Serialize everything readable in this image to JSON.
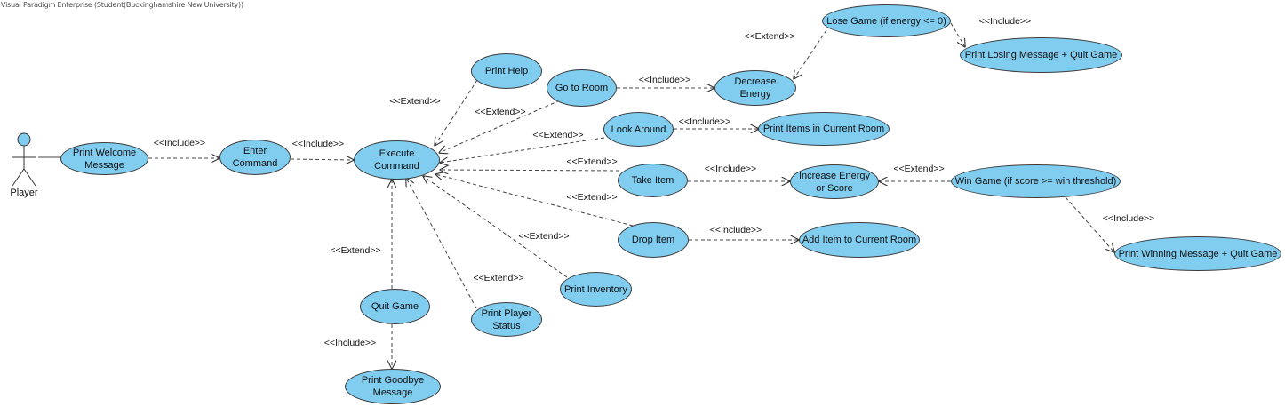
{
  "watermark": "Visual Paradigm Enterprise (Student(Buckinghamshire New University))",
  "actor": {
    "label": "Player",
    "icon": "stick-figure-actor-icon"
  },
  "use_cases": [
    {
      "id": "print-welcome",
      "label": "Print Welcome Message"
    },
    {
      "id": "enter-command",
      "label": "Enter Command"
    },
    {
      "id": "execute-command",
      "label": "Execute Command"
    },
    {
      "id": "print-help",
      "label": "Print Help"
    },
    {
      "id": "go-to-room",
      "label": "Go to Room"
    },
    {
      "id": "decrease-energy",
      "label": "Decrease Energy"
    },
    {
      "id": "lose-game",
      "label": "Lose Game (if energy <= 0)"
    },
    {
      "id": "print-losing",
      "label": "Print Losing Message + Quit Game"
    },
    {
      "id": "look-around",
      "label": "Look Around"
    },
    {
      "id": "print-items",
      "label": "Print Items in Current Room"
    },
    {
      "id": "take-item",
      "label": "Take Item"
    },
    {
      "id": "increase-energy",
      "label": "Increase Energy or Score"
    },
    {
      "id": "win-game",
      "label": "Win Game (if score >= win threshold)"
    },
    {
      "id": "print-winning",
      "label": "Print Winning Message + Quit Game"
    },
    {
      "id": "drop-item",
      "label": "Drop Item"
    },
    {
      "id": "add-item",
      "label": "Add Item to Current Room"
    },
    {
      "id": "print-inventory",
      "label": "Print Inventory"
    },
    {
      "id": "print-player-status",
      "label": "Print Player Status"
    },
    {
      "id": "quit-game",
      "label": "Quit Game"
    },
    {
      "id": "print-goodbye",
      "label": "Print Goodbye Message"
    }
  ],
  "relationships": [
    {
      "from": "actor",
      "to": "print-welcome",
      "type": "association",
      "label": ""
    },
    {
      "from": "print-welcome",
      "to": "enter-command",
      "type": "include",
      "label": "<<Include>>"
    },
    {
      "from": "enter-command",
      "to": "execute-command",
      "type": "include",
      "label": "<<Include>>"
    },
    {
      "from": "print-help",
      "to": "execute-command",
      "type": "extend",
      "label": "<<Extend>>"
    },
    {
      "from": "go-to-room",
      "to": "execute-command",
      "type": "extend",
      "label": "<<Extend>>"
    },
    {
      "from": "look-around",
      "to": "execute-command",
      "type": "extend",
      "label": "<<Extend>>"
    },
    {
      "from": "take-item",
      "to": "execute-command",
      "type": "extend",
      "label": "<<Extend>>"
    },
    {
      "from": "drop-item",
      "to": "execute-command",
      "type": "extend",
      "label": "<<Extend>>"
    },
    {
      "from": "print-inventory",
      "to": "execute-command",
      "type": "extend",
      "label": "<<Extend>>"
    },
    {
      "from": "print-player-status",
      "to": "execute-command",
      "type": "extend",
      "label": "<<Extend>>"
    },
    {
      "from": "quit-game",
      "to": "execute-command",
      "type": "extend",
      "label": "<<Extend>>"
    },
    {
      "from": "go-to-room",
      "to": "decrease-energy",
      "type": "include",
      "label": "<<Include>>"
    },
    {
      "from": "lose-game",
      "to": "decrease-energy",
      "type": "extend",
      "label": "<<Extend>>"
    },
    {
      "from": "lose-game",
      "to": "print-losing",
      "type": "include",
      "label": "<<Include>>"
    },
    {
      "from": "look-around",
      "to": "print-items",
      "type": "include",
      "label": "<<Include>>"
    },
    {
      "from": "take-item",
      "to": "increase-energy",
      "type": "include",
      "label": "<<Include>>"
    },
    {
      "from": "win-game",
      "to": "increase-energy",
      "type": "extend",
      "label": "<<Extend>>"
    },
    {
      "from": "win-game",
      "to": "print-winning",
      "type": "include",
      "label": "<<Include>>"
    },
    {
      "from": "drop-item",
      "to": "add-item",
      "type": "include",
      "label": "<<Include>>"
    },
    {
      "from": "quit-game",
      "to": "print-goodbye",
      "type": "include",
      "label": "<<Include>>"
    }
  ],
  "colors": {
    "use_case_fill": "#81cdf0",
    "outline": "#3b3b3b",
    "line": "#444444"
  }
}
